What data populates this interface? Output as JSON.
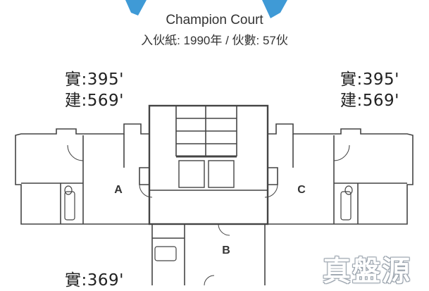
{
  "header": {
    "title": "Champion Court",
    "subtitle": "入伙紙: 1990年 / 伙數: 57伙",
    "accent_color": "#3f9ad6"
  },
  "units": [
    {
      "id": "A",
      "saleable": "實:395'",
      "gross": "建:569'"
    },
    {
      "id": "C",
      "saleable": "實:395'",
      "gross": "建:569'"
    },
    {
      "id": "B",
      "saleable": "實:369'",
      "gross": ""
    }
  ],
  "watermark": "真盤源"
}
